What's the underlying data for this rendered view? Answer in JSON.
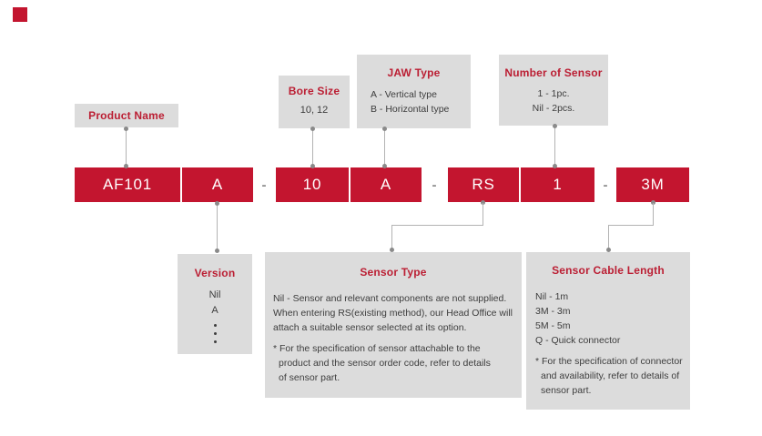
{
  "palette": {
    "block_red": "#c3152f",
    "title_red": "#bb1e33",
    "box_gray": "#dcdcdc",
    "body_text": "#3d3d3d",
    "connector_gray": "#b3b3b3"
  },
  "code_row": {
    "separator": "-",
    "blocks": [
      "AF101",
      "A",
      "10",
      "A",
      "RS",
      "1",
      "3M"
    ]
  },
  "top_boxes": {
    "product_name": {
      "title": "Product Name"
    },
    "bore_size": {
      "title": "Bore Size",
      "value": "10, 12"
    },
    "jaw_type": {
      "title": "JAW Type",
      "options": [
        "A - Vertical type",
        "B - Horizontal type"
      ]
    },
    "number_of_sensor": {
      "title": "Number of Sensor",
      "options": [
        "1 - 1pc.",
        "Nil - 2pcs."
      ]
    }
  },
  "bottom_boxes": {
    "version": {
      "title": "Version",
      "options": [
        "Nil",
        "A"
      ]
    },
    "sensor_type": {
      "title": "Sensor Type",
      "description_lines": [
        "Nil - Sensor and relevant components are not supplied.",
        "When entering RS(existing method), our Head Office will",
        "attach a suitable sensor selected at its option."
      ],
      "note_lines": [
        "* For the specification of sensor attachable to the",
        "product and the sensor order code, refer to details",
        "of sensor part."
      ]
    },
    "sensor_cable_length": {
      "title": "Sensor Cable Length",
      "options": [
        "Nil - 1m",
        "3M - 3m",
        "5M - 5m",
        "Q - Quick connector"
      ],
      "note_lines": [
        "* For the specification of connector",
        "and availability, refer to details of",
        "sensor part."
      ]
    }
  }
}
